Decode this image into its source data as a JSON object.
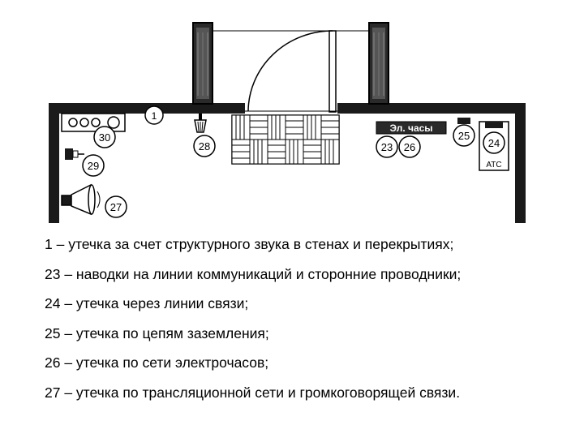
{
  "diagram": {
    "markers": {
      "m1": "1",
      "m23": "23",
      "m24": "24",
      "m25": "25",
      "m26": "26",
      "m27": "27",
      "m28": "28",
      "m29": "29",
      "m30": "30"
    },
    "labels": {
      "clock": "Эл. часы",
      "ats": "АТС"
    }
  },
  "legend": [
    "1 – утечка за счет структурного звука в стенах и перекрытиях;",
    "23 – наводки на линии коммуникаций и сторонние проводники;",
    "24 – утечка через линии связи;",
    "25 – утечка по цепям заземления;",
    "26 – утечка по сети электрочасов;",
    "27 – утечка по трансляционной сети и громкоговорящей связи."
  ]
}
